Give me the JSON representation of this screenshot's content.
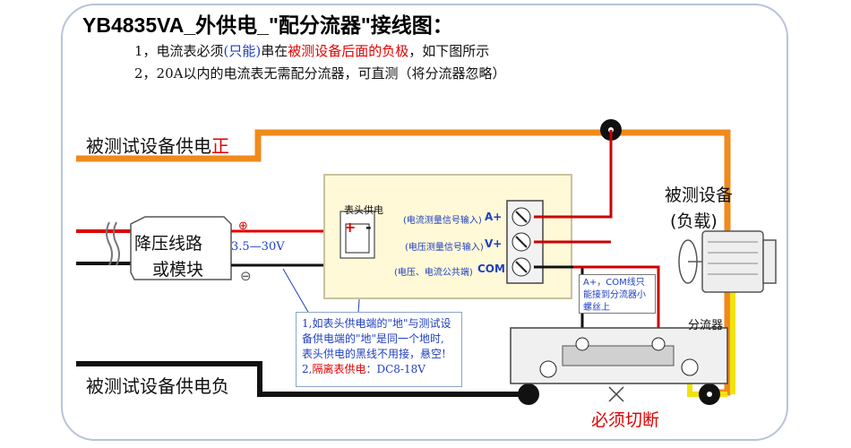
{
  "title": "YB4835VA_外供电_\"配分流器\"接线图：",
  "notes": {
    "line1_prefix": "1，电流表必须",
    "line1_paren": "(只能)",
    "line1_mid": "串在",
    "line1_red": "被测设备后面的负极",
    "line1_suffix": "，如下图所示",
    "line2": "2，20A以内的电流表无需配分流器，可直测（将分流器忽略）"
  },
  "supply": {
    "positive_label": "被测试设备供电",
    "positive_red": "正",
    "negative_label": "被测试设备供电负"
  },
  "converter": {
    "line1": "降压线路",
    "line2": "或模块",
    "voltage_range": "3.5—30V",
    "plus": "⊕",
    "minus": "⊖"
  },
  "meter": {
    "power_label": "表头供电",
    "plus_sign": "+",
    "minus_sign": "-",
    "inputs": [
      {
        "desc": "(电流测量信号输入)",
        "terminal": "A+"
      },
      {
        "desc": "(电压测量信号输入)",
        "terminal": "V+"
      },
      {
        "desc": "(电压、电流公共端)",
        "terminal": "COM"
      }
    ]
  },
  "load": {
    "line1": "被测设备",
    "line2": "(负载)"
  },
  "shunt": {
    "label": "分流器",
    "note": "A+，COM线只能接到分流器小螺丝上"
  },
  "cut_label": "必须切断",
  "info_box": {
    "line1": "1,如表头供电端的\"地\"与测试设",
    "line2": "备供电端的\"地\"是同一个地时,",
    "line3": "表头供电的黑线不用接，悬空!",
    "line4_prefix": "2,",
    "line4_red": "隔离表供电",
    "line4_suffix": "：DC8-18V"
  },
  "colors": {
    "positive_wire": "#f08a1c",
    "negative_wire": "#111111",
    "shunt_wire": "#f2e20c",
    "signal_red": "#cc0000"
  }
}
